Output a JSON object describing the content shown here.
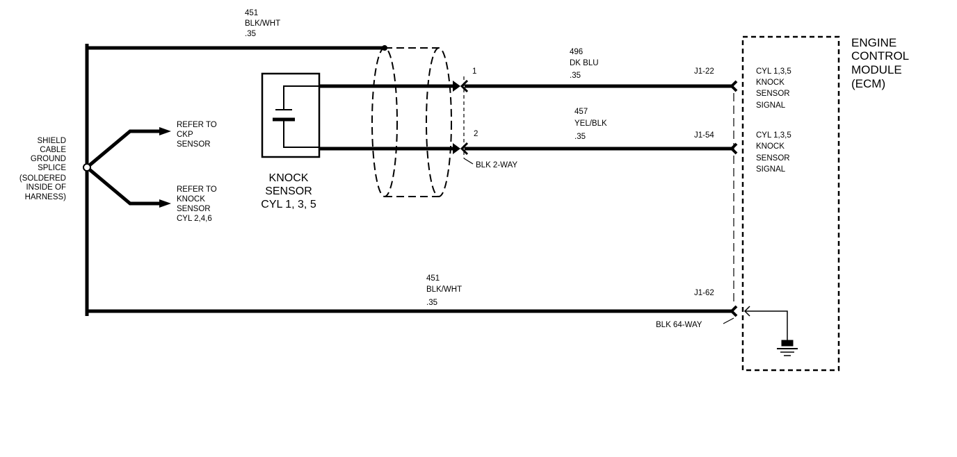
{
  "top_wire": {
    "circuit": "451",
    "color": "BLK/WHT",
    "gauge": ".35"
  },
  "bottom_wire": {
    "circuit": "451",
    "color": "BLK/WHT",
    "gauge": ".35"
  },
  "signal_wire_1": {
    "pin": "1",
    "circuit": "496",
    "color": "DK BLU",
    "gauge": ".35",
    "ecm_pin": "J1-22"
  },
  "signal_wire_2": {
    "pin": "2",
    "circuit": "457",
    "color": "YEL/BLK",
    "gauge": ".35",
    "ecm_pin": "J1-54"
  },
  "ground_pin": "J1-62",
  "splice_label": [
    "SHIELD",
    "CABLE",
    "GROUND",
    "SPLICE",
    "(SOLDERED",
    "INSIDE OF",
    "HARNESS)"
  ],
  "refer_ckp": [
    "REFER TO",
    "CKP",
    "SENSOR"
  ],
  "refer_knock": [
    "REFER TO",
    "KNOCK",
    "SENSOR",
    "CYL 2,4,6"
  ],
  "knock_sensor_label": [
    "KNOCK",
    "SENSOR",
    "CYL 1, 3, 5"
  ],
  "connector_2way": "BLK 2-WAY",
  "connector_64way": "BLK 64-WAY",
  "ecm_label": [
    "ENGINE",
    "CONTROL",
    "MODULE",
    "(ECM)"
  ],
  "ecm_signal_1": [
    "CYL 1,3,5",
    "KNOCK",
    "SENSOR",
    "SIGNAL"
  ],
  "ecm_signal_2": [
    "CYL 1,3,5",
    "KNOCK",
    "SENSOR",
    "SIGNAL"
  ]
}
